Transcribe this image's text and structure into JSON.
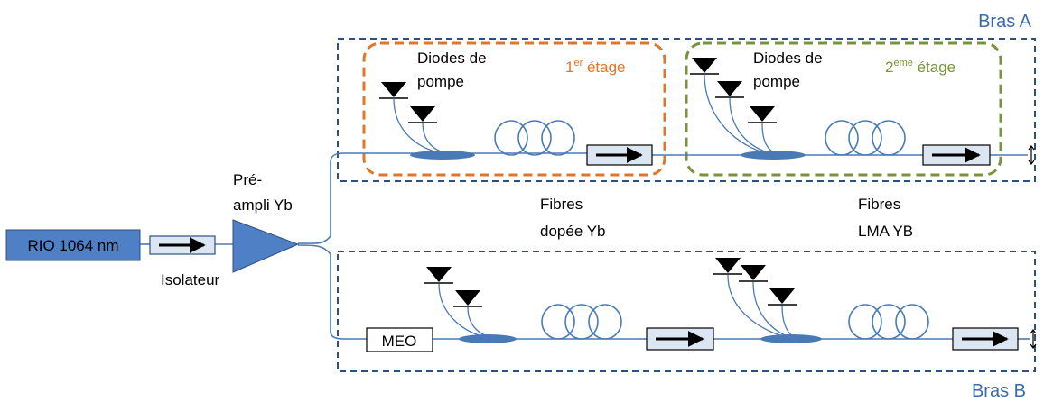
{
  "colors": {
    "fiber": "#4a7ab5",
    "box_fill": "#4f7fc4",
    "isolator_fill": "#dce6f2",
    "stage1_border": "#e0762a",
    "stage2_border": "#77933c",
    "arm_border": "#2e4f7f",
    "arm_label": "#3c6aa8",
    "diode": "#000000"
  },
  "source": {
    "label": "RIO 1064 nm"
  },
  "isolator": {
    "label": "Isolateur"
  },
  "preamp": {
    "label_line1": "Pré-",
    "label_line2": "ampli Yb"
  },
  "arm_a": {
    "label": "Bras A",
    "stage1": {
      "diodes_line1": "Diodes de",
      "diodes_line2": "pompe",
      "stage_num": "1",
      "stage_sup": "er",
      "stage_word": " étage"
    },
    "stage2": {
      "diodes_line1": "Diodes de",
      "diodes_line2": "pompe",
      "stage_num": "2",
      "stage_sup": "ème",
      "stage_word": " étage"
    }
  },
  "arm_b": {
    "label": "Bras B",
    "modulator": "MEO"
  },
  "fibres_doped": {
    "line1": "Fibres",
    "line2": "dopée Yb"
  },
  "fibres_lma": {
    "line1": "Fibres",
    "line2": "LMA YB"
  },
  "output_icon": "double-arrow-icon"
}
